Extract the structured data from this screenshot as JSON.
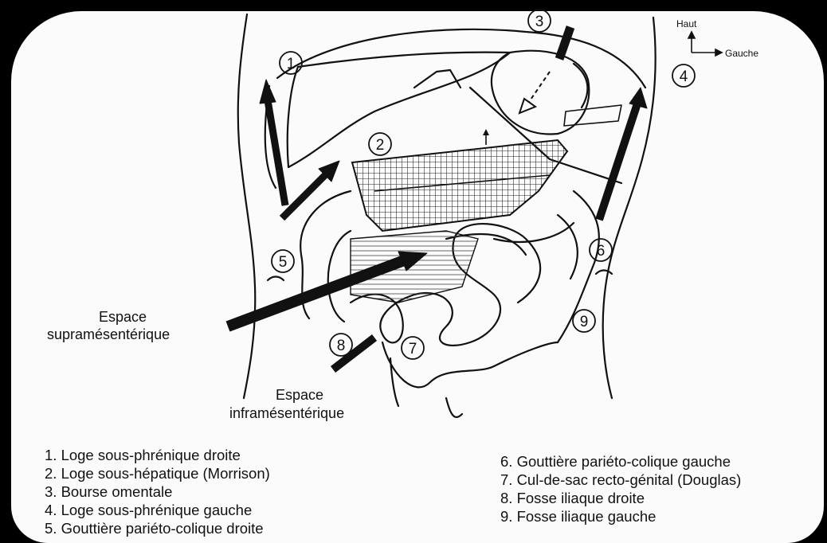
{
  "orientation": {
    "up": "Haut",
    "left": "Gauche"
  },
  "callouts": {
    "n1": "1",
    "n2": "2",
    "n3": "3",
    "n4": "4",
    "n5": "5",
    "n6": "6",
    "n7": "7",
    "n8": "8",
    "n9": "9"
  },
  "labels": {
    "supra_1": "Espace",
    "supra_2": "supramésentérique",
    "infra_1": "Espace",
    "infra_2": "inframésentérique"
  },
  "legend_left": [
    "1. Loge sous-phrénique droite",
    "2. Loge sous-hépatique (Morrison)",
    "3. Bourse omentale",
    "4. Loge sous-phrénique gauche",
    "5. Gouttière pariéto-colique droite"
  ],
  "legend_right": [
    "6. Gouttière pariéto-colique gauche",
    "7. Cul-de-sac recto-génital (Douglas)",
    "8. Fosse iliaque droite",
    "9. Fosse iliaque gauche"
  ],
  "colors": {
    "ink": "#111111",
    "paper": "#fbfbfb",
    "border": "#000000"
  },
  "icons": {
    "orientation": "arrow-up-right-icon"
  }
}
